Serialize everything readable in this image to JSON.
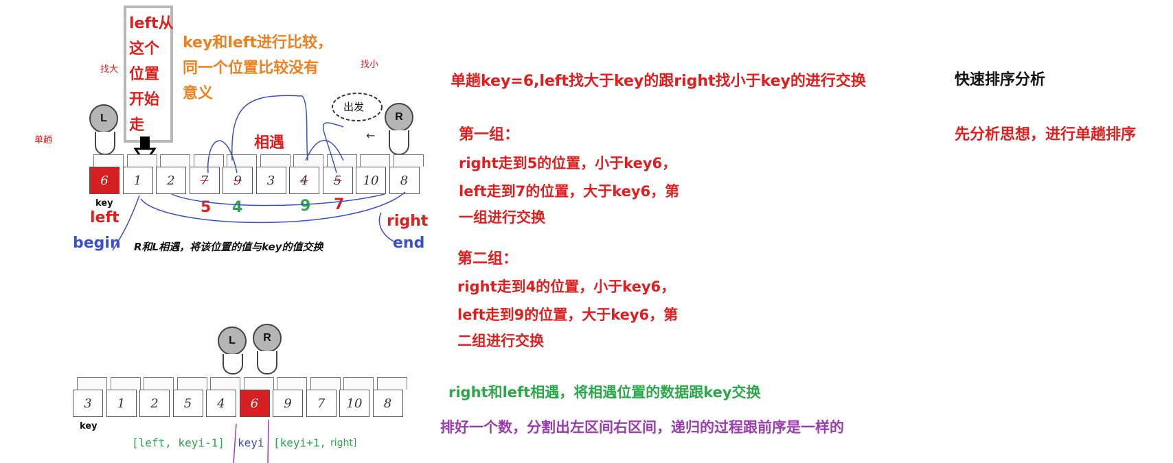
{
  "top_figure": {
    "note_box_text": "left从这个位置开始走",
    "note_lines": [
      "left从",
      "这个",
      "位置",
      "开始",
      "走"
    ],
    "orange_note": [
      "key和left进行比较，",
      "同一个位置比较没有",
      "意义"
    ],
    "find_big": "找大",
    "find_small": "找小",
    "single_pass": "单趟",
    "start_bubble": "出发",
    "meet": "相遇",
    "cells": [
      "6",
      "1",
      "2",
      "7",
      "9",
      "3",
      "4",
      "5",
      "10",
      "8"
    ],
    "struck": [
      false,
      false,
      false,
      true,
      true,
      false,
      true,
      true,
      false,
      false
    ],
    "key_label": "key",
    "left_label": "left",
    "right_label": "right",
    "begin_label": "begin",
    "end_label": "end",
    "swap_note": "R和L相遇，将该位置的值与key的值交换",
    "under_red_5": "5",
    "under_green_4": "4",
    "under_green_9": "9",
    "under_red_7": "7",
    "head_L": "L",
    "head_R": "R"
  },
  "bottom_figure": {
    "cells": [
      "3",
      "1",
      "2",
      "5",
      "4",
      "6",
      "9",
      "7",
      "10",
      "8"
    ],
    "key_label": "key",
    "range_left": "[left, keyi-1]",
    "range_mid": "keyi",
    "range_right_a": "[keyi+1,",
    "range_right_b": "right]",
    "head_L": "L",
    "head_R": "R"
  },
  "explain": {
    "title": "单趟key=6,left找大于key的跟right找小于key的进行交换",
    "group1_title": "第一组：",
    "group1_l1": "right走到5的位置，小于key6，",
    "group1_l2": "left走到7的位置，大于key6，第",
    "group1_l3": "一组进行交换",
    "group2_title": "第二组：",
    "group2_l1": "right走到4的位置，小于key6，",
    "group2_l2": "left走到9的位置，大于key6，第",
    "group2_l3": "二组进行交换",
    "meet_swap": "right和left相遇，将相遇位置的数据跟key交换",
    "summary": "排好一个数，分割出左区间右区间，递归的过程跟前序是一样的"
  },
  "side": {
    "heading": "快速排序分析",
    "subtitle": "先分析思想，进行单趟排序"
  },
  "colors": {
    "red": "#e01e1e",
    "orange": "#f07f1e",
    "green": "#2aa84a",
    "blue": "#3a4fc9",
    "purple": "#9b3bb0"
  }
}
